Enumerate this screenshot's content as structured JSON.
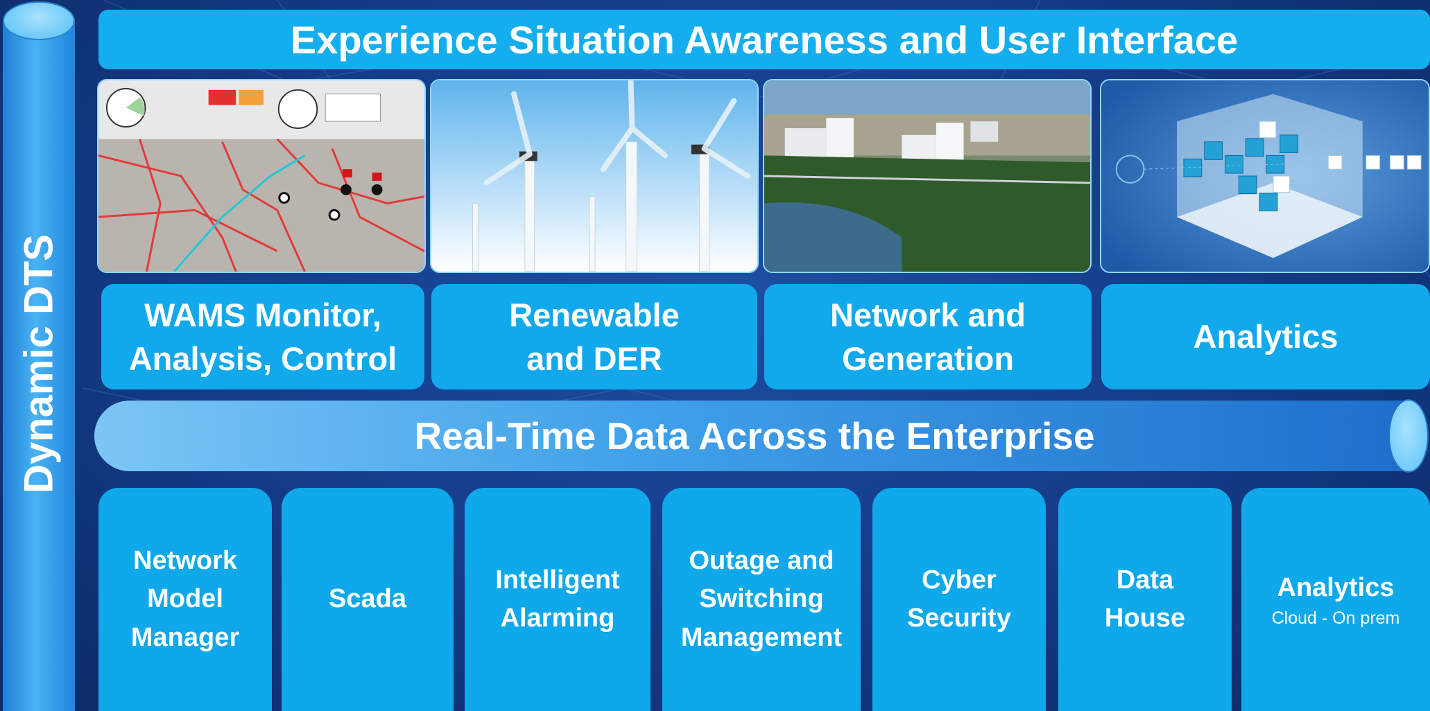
{
  "side_label": "Dynamic DTS",
  "header": {
    "title": "Experience Situation Awareness and User Interface"
  },
  "categories": [
    {
      "label": "WAMS  Monitor,\nAnalysis, Control"
    },
    {
      "label": "Renewable\nand DER"
    },
    {
      "label": "Network and\nGeneration"
    },
    {
      "label": "Analytics"
    }
  ],
  "bus": {
    "label": "Real-Time Data Across the Enterprise"
  },
  "modules": [
    {
      "label": "Network\nModel\nManager",
      "sub": ""
    },
    {
      "label": "Scada",
      "sub": ""
    },
    {
      "label": "Intelligent\nAlarming",
      "sub": ""
    },
    {
      "label": "Outage and\nSwitching\nManagement",
      "sub": ""
    },
    {
      "label": "Cyber\nSecurity",
      "sub": ""
    },
    {
      "label": "Data\nHouse",
      "sub": ""
    },
    {
      "label": "Analytics",
      "sub": "Cloud - On prem"
    }
  ],
  "colors": {
    "background": "#153e8c",
    "box": "#14aeee",
    "text": "#ffffff"
  }
}
